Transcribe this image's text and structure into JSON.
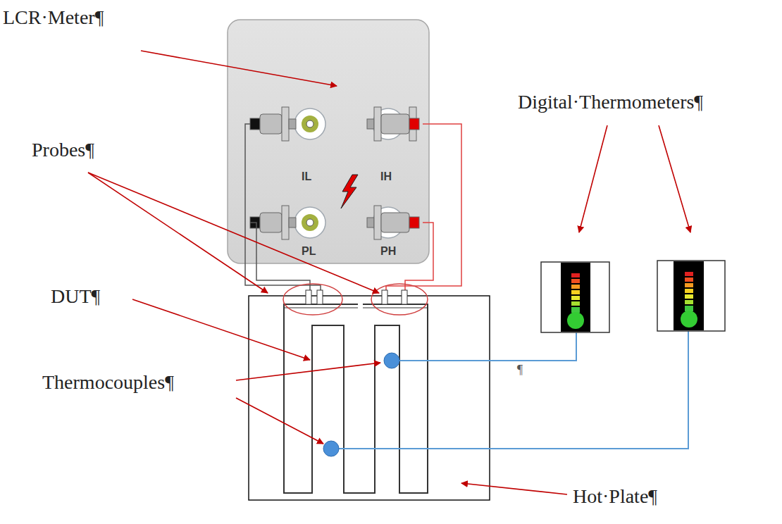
{
  "diagram": {
    "nodes": [
      {
        "text": [
          "IL",
          "IH",
          "PL",
          "PH"
        ]
      }
    ],
    "labels": [
      "LCR·Meter¶",
      "Probes¶",
      "DUT¶",
      "Thermocouples¶",
      "Digital·Thermometers¶",
      "Hot·Plate¶",
      "¶"
    ]
  }
}
